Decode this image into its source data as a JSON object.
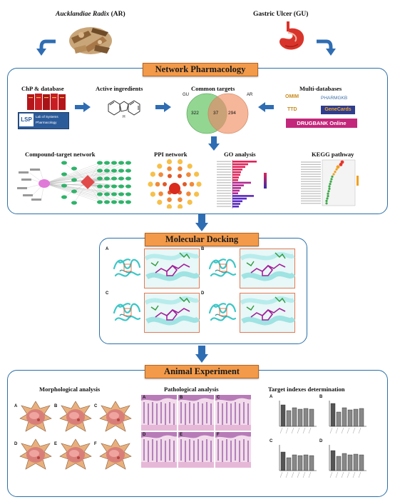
{
  "top": {
    "left_label": "Aucklandiae Radix",
    "left_label_suffix": " (AR)",
    "right_label": "Gastric Ulcer (GU)"
  },
  "network_pharmacology": {
    "banner": "Network Pharmacology",
    "chp_title": "ChP & database",
    "lsp_logo_text": "LSP",
    "lsp_text": "Lab of Systems Pharmacology",
    "active_title": "Active ingredients",
    "common_title": "Common targets",
    "venn": {
      "left_label": "GU",
      "right_label": "AR",
      "left_only": "322",
      "overlap": "37",
      "right_only": "294"
    },
    "multi_title": "Multi-databases",
    "db_logos": {
      "omim": "OMIM",
      "pharmgkb": "PHARMGKB",
      "ttd": "TTD",
      "genecards": "GeneCards",
      "drugbank": "DRUGBANK Online"
    },
    "compound_title": "Compound-target network",
    "ppi_title": "PPI network",
    "go_title": "GO analysis",
    "kegg_title": "KEGG pathway"
  },
  "molecular_docking": {
    "banner": "Molecular Docking",
    "panels": [
      "A",
      "B",
      "C",
      "D"
    ]
  },
  "animal_experiment": {
    "banner": "Animal Experiment",
    "morph_title": "Morphological analysis",
    "morph_labels": [
      "A",
      "B",
      "C",
      "D",
      "E",
      "F"
    ],
    "path_title": "Pathological analysis",
    "path_labels": [
      "A",
      "B",
      "C",
      "D",
      "E",
      "F"
    ],
    "target_title": "Target indexes determination",
    "target_labels": [
      "A",
      "B",
      "C",
      "D"
    ]
  },
  "colors": {
    "panel_border": "#2a6fa8",
    "banner": "#f29a4a",
    "arrow": "#2f6db3",
    "venn_left": "#7fcf7f",
    "venn_right": "#f4a987"
  }
}
